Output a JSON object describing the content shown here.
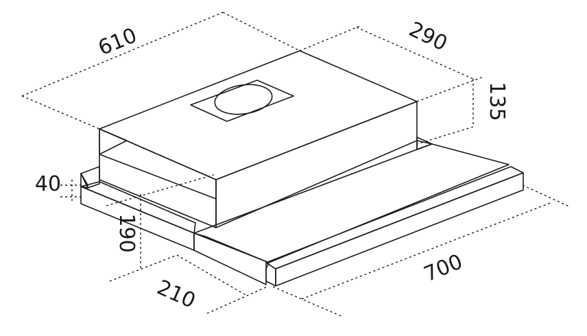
{
  "colors": {
    "line": "#1a1a1a",
    "face_white": "#ffffff",
    "face_grey": "#d4d4d4"
  },
  "dimensions": {
    "width_top": "610",
    "depth_top": "290",
    "height_body": "135",
    "front_height": "40",
    "inner_height": "190",
    "front_depth": "210",
    "width_bottom": "700"
  }
}
